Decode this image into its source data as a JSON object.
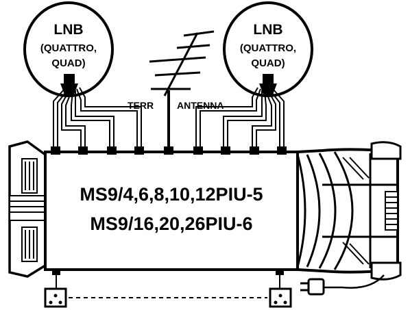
{
  "lnb_left": {
    "title": "LNB",
    "line1": "(QUATTRO,",
    "line2": "QUAD)"
  },
  "lnb_right": {
    "title": "LNB",
    "line1": "(QUATTRO,",
    "line2": "QUAD)"
  },
  "terrestrial": {
    "left": "TERR",
    "right": "ANTENNA"
  },
  "device": {
    "model_line1": "MS9/4,6,8,10,12PIU-5",
    "model_line2": "MS9/16,20,26PIU-6"
  },
  "colors": {
    "ink": "#000000",
    "background": "#ffffff"
  }
}
